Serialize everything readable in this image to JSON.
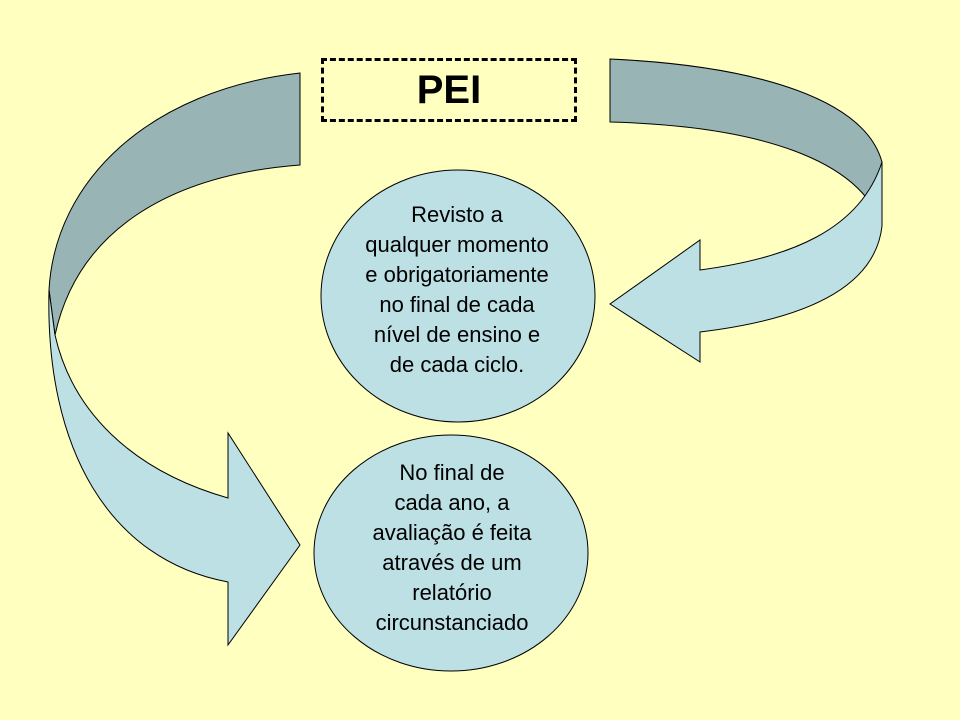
{
  "diagram": {
    "title": "PEI",
    "node_top": "Revisto a\nqualquer momento\ne obrigatoriamente\nno final de cada\nnível de ensino e\nde cada ciclo.",
    "node_bottom": "No final de\ncada ano, a\navaliação é feita\natravés de um\nrelatório\ncircunstanciado"
  },
  "colors": {
    "background": "#FFFFC0",
    "arrow_front": "#BDE0E4",
    "arrow_back": "#99B4B4",
    "circle_fill": "#BDE0E4",
    "stroke": "#000000"
  }
}
